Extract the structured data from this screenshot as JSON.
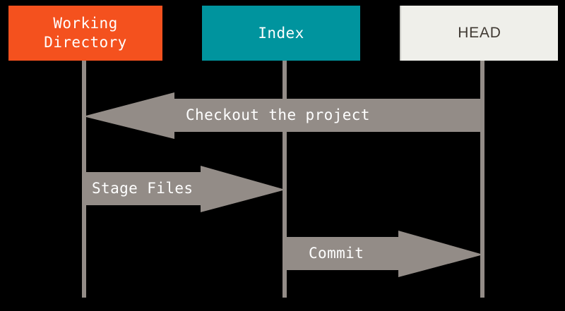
{
  "diagram": {
    "title": "Git Working Directory / Index / HEAD",
    "background_color": "#000000",
    "arrow_color": "#938C87",
    "lifeline_color": "#938C87",
    "areas": [
      {
        "id": "working-directory",
        "label": "Working\nDirectory",
        "fill": "#F4511E",
        "text_color": "#FFFFFF"
      },
      {
        "id": "index",
        "label": "Index",
        "fill": "#00949E",
        "text_color": "#FFFFFF"
      },
      {
        "id": "head",
        "label": "HEAD",
        "fill": "#EFEFEA",
        "text_color": "#403A33"
      }
    ],
    "arrows": [
      {
        "id": "checkout",
        "label": "Checkout the project",
        "from": "HEAD",
        "to": "Working Directory",
        "direction": "left"
      },
      {
        "id": "stage-files",
        "label": "Stage Files",
        "from": "Working Directory",
        "to": "Index",
        "direction": "right"
      },
      {
        "id": "commit",
        "label": "Commit",
        "from": "Index",
        "to": "HEAD",
        "direction": "right"
      }
    ]
  }
}
